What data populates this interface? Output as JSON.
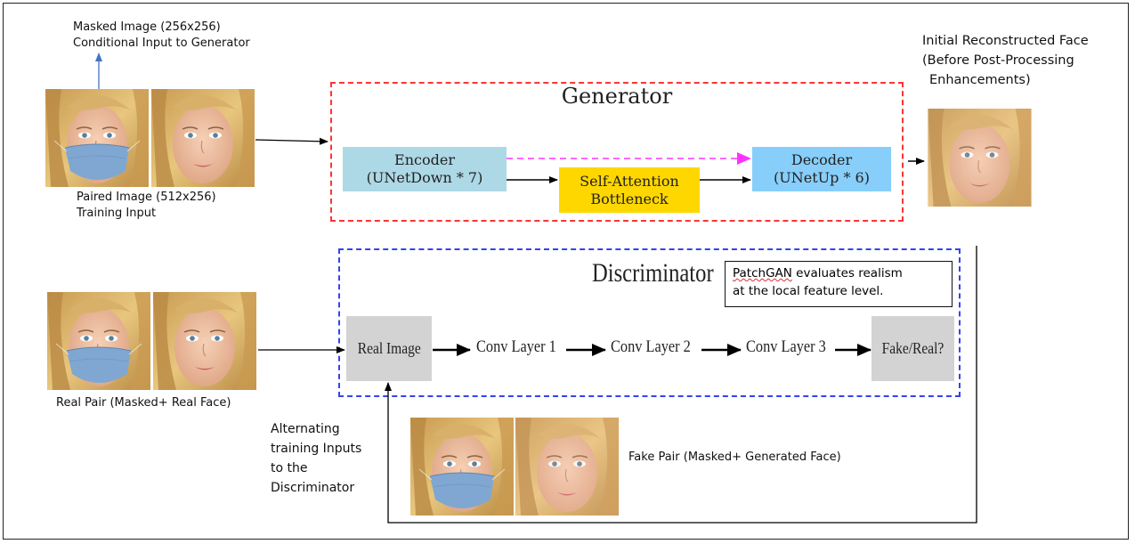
{
  "labels": {
    "masked_line1": "Masked Image (256x256)",
    "masked_line2": "Conditional Input to Generator",
    "paired_line1": "Paired Image (512x256)",
    "paired_line2": "Training Input",
    "real_pair": "Real Pair (Masked+ Real Face)",
    "alternating_line1": "Alternating",
    "alternating_line2": "training Inputs",
    "alternating_line3": "to the",
    "alternating_line4": "Discriminator",
    "fake_pair": "Fake Pair (Masked+ Generated Face)",
    "output_line1": "Initial Reconstructed Face",
    "output_line2": "(Before Post-Processing",
    "output_line3": "Enhancements)"
  },
  "generator": {
    "title": "Generator",
    "encoder_line1": "Encoder",
    "encoder_line2": "(UNetDown * 7)",
    "attention_line1": "Self-Attention",
    "attention_line2": "Bottleneck",
    "decoder_line1": "Decoder",
    "decoder_line2": "(UNetUp * 6)"
  },
  "discriminator": {
    "title": "Discriminator",
    "note_word": "PatchGAN",
    "note_rest1": " evaluates realism",
    "note_line2": "at the local feature level.",
    "real_image": "Real Image",
    "conv1": "Conv Layer 1",
    "conv2": "Conv Layer 2",
    "conv3": "Conv Layer 3",
    "fake_real": "Fake/Real?"
  },
  "colors": {
    "encoder": "#add8e6",
    "decoder": "#87cefa",
    "attention": "#ffd700",
    "generator_border": "#ff3333",
    "discriminator_border": "#3344ee",
    "skip_arrow": "#ff33ff",
    "masked_arrow": "#4472c4"
  }
}
